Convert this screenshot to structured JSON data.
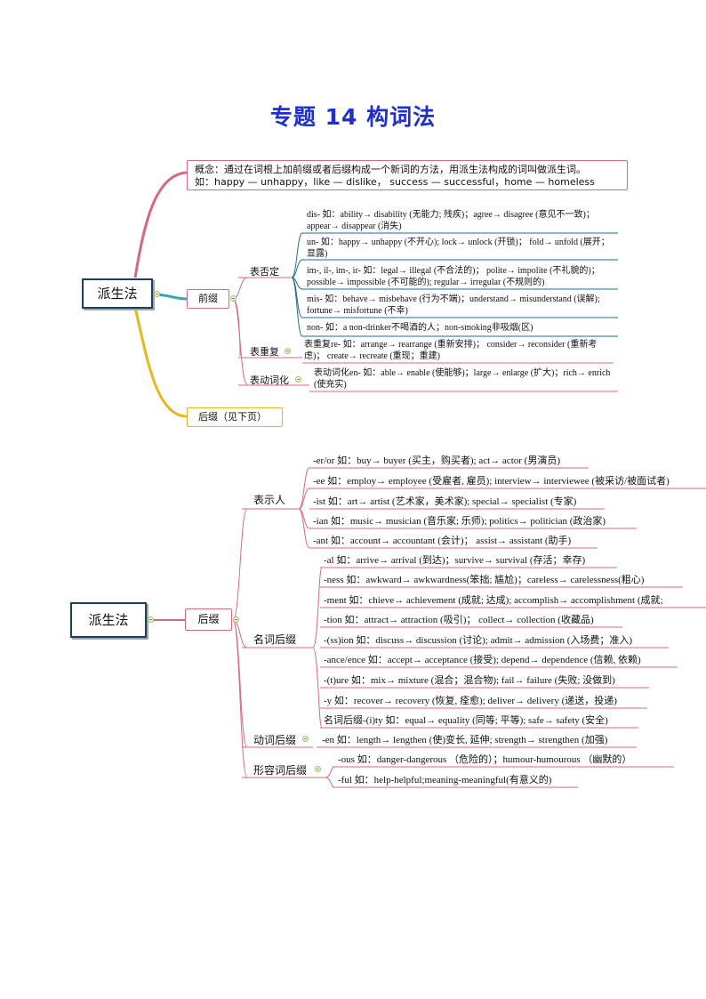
{
  "title": "专题 14 构词法",
  "map1": {
    "root": "派生法",
    "concept": {
      "line1": "概念：通过在词根上加前缀或者后缀构成一个新词的方法，用派生法构成的词叫做派生词。",
      "line2": "如：happy — unhappy，like — dislike， success — successful，home — homeless"
    },
    "prefix": {
      "label": "前缀",
      "negation": {
        "label": "表否定",
        "items": [
          "dis-   如：ability→ disability (无能力; 残疾)；agree→ disagree (意见不一致)；appear→ disappear (消失)",
          "un-   如：happy→ unhappy (不开心); lock→ unlock (开锁)； fold→ unfold (展开；显露)",
          "im-, il-, im-, ir-   如：legal→ illegal (不合法的)； polite→ impolite (不礼貌的)；possible→ impossible (不可能的); regular→ irregular (不规则的)",
          "mis-   如：behave→ misbehave (行为不端)；understand→ misunderstand (误解); fortune→ misfortune (不幸)",
          "non-   如：a non-drinker不喝酒的人；non-smoking非吸烟(区)"
        ]
      },
      "repeat": {
        "label": "表重复",
        "item": "表重复re-   如：arrange→ rearrange (重新安排)； consider→ reconsider (重新考虑)； create→ recreate (重现；重建)"
      },
      "verb": {
        "label": "表动词化",
        "item": "表动词化en-   如：able→ enable (使能够)；large→ enlarge (扩大)；rich→ enrich (使充实)"
      }
    },
    "suffix_note": "后缀（见下页）"
  },
  "map2": {
    "root": "派生法",
    "suffix": "后缀",
    "person": {
      "label": "表示人",
      "items": [
        "-er/or   如：buy→ buyer (买主，购买者); act→ actor (男演员)",
        "-ee   如：employ→ employee (受雇者, 雇员); interview→ interviewee (被采访/被面试者)",
        "-ist   如：art→ artist (艺术家，美术家); special→ specialist (专家)",
        "-ian   如：music→ musician (音乐家; 乐师); politics→ politician (政治家)",
        "-ant   如：account→ accountant (会计)； assist→ assistant (助手)"
      ]
    },
    "noun": {
      "label": "名词后缀",
      "items": [
        "-al   如：arrive→ arrival (到达)；survive→ survival (存活；幸存)",
        "-ness   如：awkward→ awkwardness(笨拙; 尴尬)；careless→ carelessness(粗心)",
        "-ment   如：chieve→ achievement (成就; 达成); accomplish→ accomplishment (成就;",
        "-tion   如：attract→ attraction (吸引)； collect→ collection (收藏品)",
        "-(ss)ion   如：discuss→ discussion (讨论); admit→ admission (入场费；准入)",
        "-ance/ence   如：accept→ acceptance (接受); depend→ dependence (信赖, 依赖)",
        "-(t)ure   如：mix→ mixture (混合；混合物); fail→ failure (失败; 没做到)",
        "-y   如：recover→ recovery (恢复, 痊愈); deliver→ delivery (递送，投递)",
        "名词后缀-(i)ty   如：equal→ equality (同等; 平等); safe→ safety (安全)"
      ]
    },
    "verb": {
      "label": "动词后缀",
      "item": "-en 如：length→ lengthen (使)变长, 延伸; strength→ strengthen (加强)"
    },
    "adj": {
      "label": "形容词后缀",
      "items": [
        "-ous 如：danger-dangerous （危险的）；humour-humourous （幽默的）",
        "-ful 如：help-helpful;meaning-meaningful(有意义的)"
      ]
    }
  }
}
